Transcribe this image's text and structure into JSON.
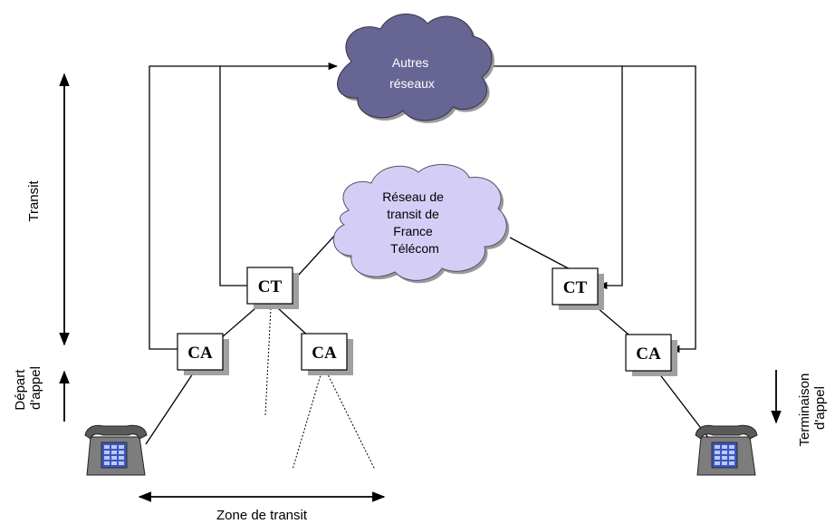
{
  "clouds": {
    "other_networks": {
      "lines": [
        "Autres",
        "réseaux"
      ],
      "fill": "#676594",
      "text_color": "#ffffff"
    },
    "ft_transit": {
      "lines": [
        "Réseau de",
        "transit de",
        "France",
        "Télécom"
      ],
      "fill": "#d4cef7",
      "text_color": "#000000"
    }
  },
  "nodes": {
    "ct_left": "CT",
    "ct_right": "CT",
    "ca_left": "CA",
    "ca_middle": "CA",
    "ca_right": "CA"
  },
  "labels": {
    "transit": "Transit",
    "depart_line1": "Départ",
    "depart_line2": "d'appel",
    "termination_line1": "Terminaison",
    "termination_line2": "d'appel",
    "transit_zone": "Zone de transit"
  },
  "icons": {
    "phone_left": "telephone-icon",
    "phone_right": "telephone-icon"
  }
}
